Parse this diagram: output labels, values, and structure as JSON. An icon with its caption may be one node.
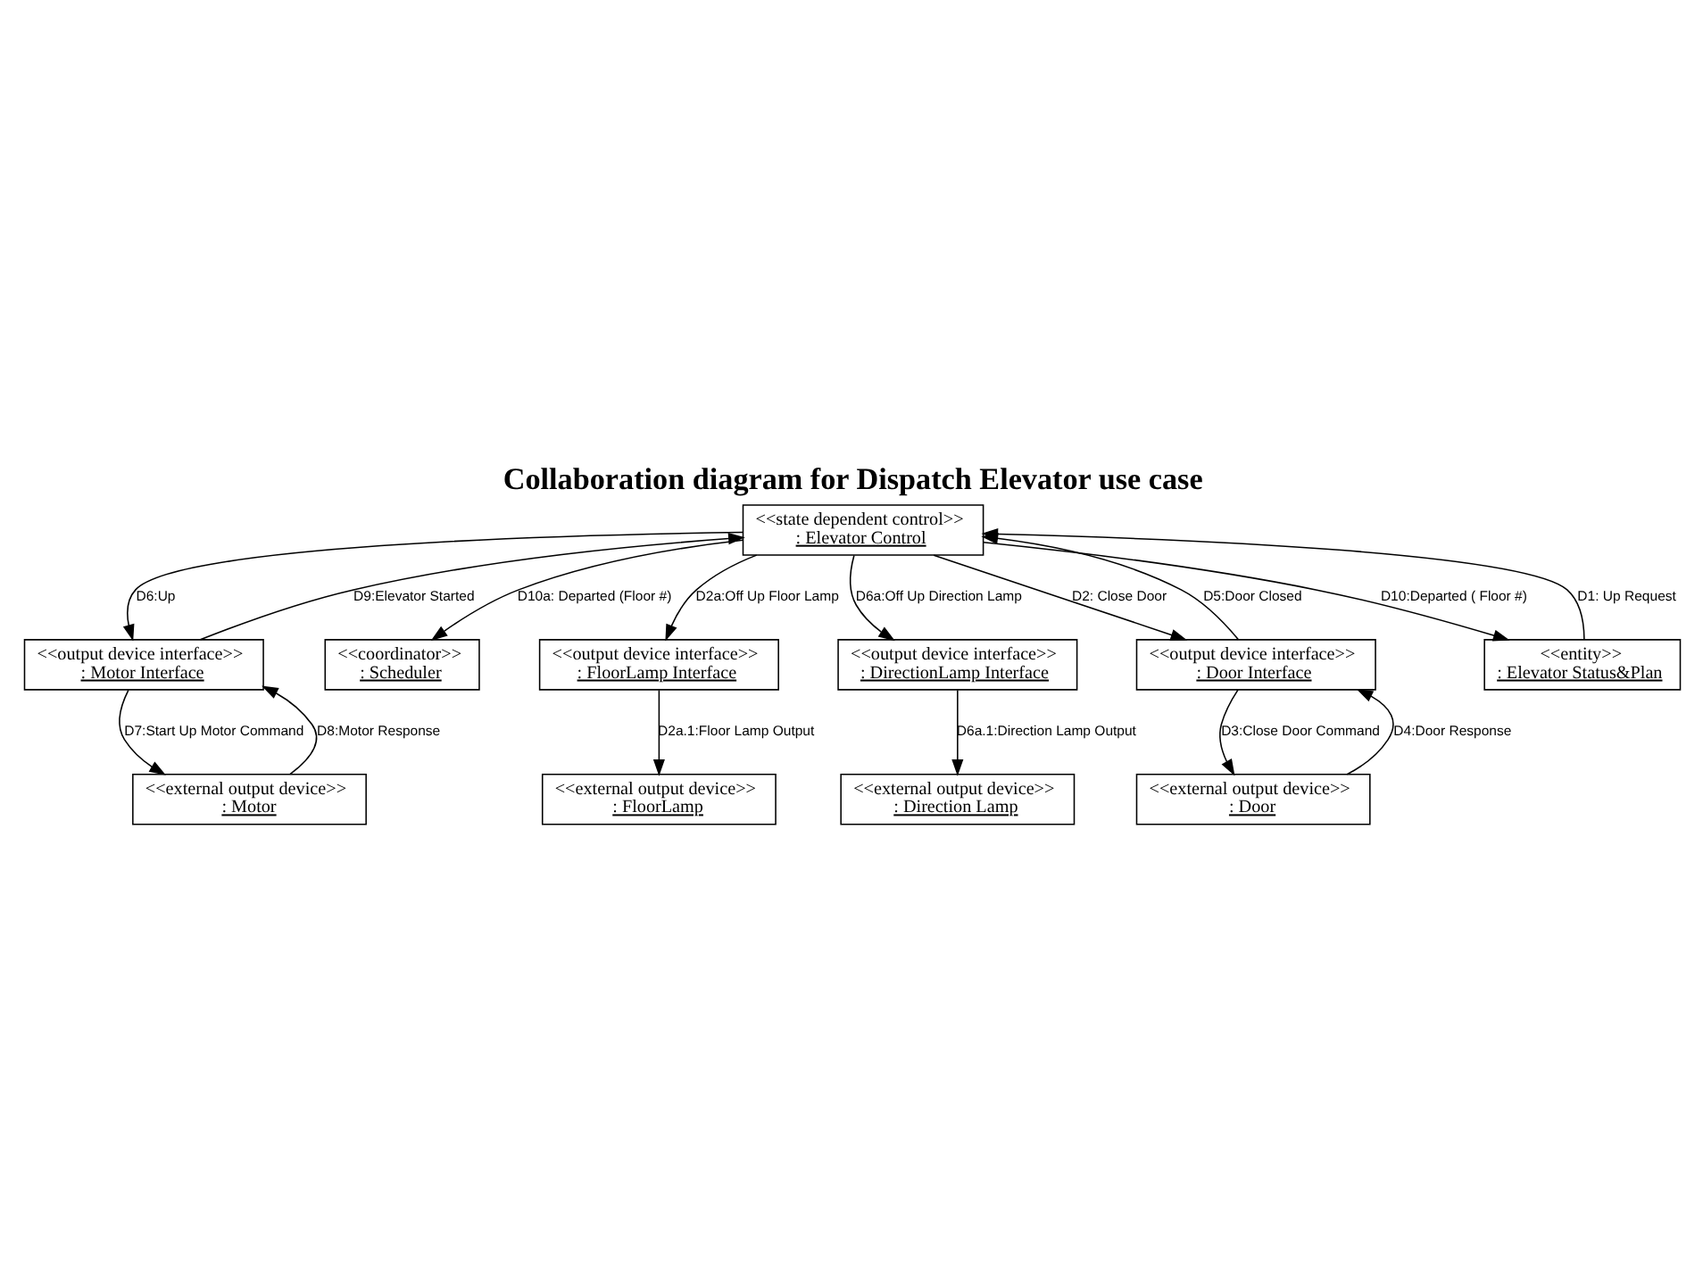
{
  "diagram": {
    "title": "Collaboration diagram for Dispatch Elevator use case",
    "nodes": [
      {
        "text": [
          "<<external output device>>",
          ": FloorLamp"
        ]
      },
      {
        "text": [
          "<<coordinator>>",
          ": Scheduler"
        ]
      },
      {
        "text": [
          "<<output device interface>>",
          ": FloorLamp Interface"
        ]
      },
      {
        "text": [
          "<<output device interface>>",
          ": Motor Interface"
        ]
      },
      {
        "text": [
          "<<external output device>>",
          ": Motor"
        ]
      },
      {
        "text": [
          "<<state dependent control>>",
          ": Elevator Control"
        ]
      },
      {
        "text": [
          "<<output device interface>>",
          ": DirectionLamp Interface"
        ]
      },
      {
        "text": [
          "<<output device interface>>",
          ": Door Interface"
        ]
      },
      {
        "text": [
          "<<external output device>>",
          ": Direction Lamp"
        ]
      },
      {
        "text": [
          "<<external output device>>",
          ": Door"
        ]
      },
      {
        "text": [
          "<<entity>>",
          ": Elevator Status&Plan"
        ]
      }
    ],
    "edges": [
      {
        "from": 2,
        "to": 0,
        "arrow": "to",
        "label": "D2a.1:Floor Lamp Output"
      },
      {
        "from": 5,
        "to": 1,
        "arrow": "to",
        "label": "D10a: Departed (Floor #)"
      },
      {
        "from": 5,
        "to": 2,
        "arrow": "to",
        "label": "D2a:Off Up Floor Lamp"
      },
      {
        "from": 5,
        "to": 3,
        "arrow": "to",
        "label": "D6:Up"
      },
      {
        "from": 3,
        "to": 5,
        "arrow": "to",
        "label": "D9:Elevator Started"
      },
      {
        "from": 3,
        "to": 4,
        "arrow": "to",
        "label": "D7:Start Up Motor Command"
      },
      {
        "from": 4,
        "to": 3,
        "arrow": "to",
        "label": "D8:Motor Response"
      },
      {
        "from": 5,
        "to": 7,
        "arrow": "to",
        "label": "D2: Close Door"
      },
      {
        "from": 7,
        "to": 5,
        "arrow": "to",
        "label": "D5:Door Closed"
      },
      {
        "from": 7,
        "to": 9,
        "arrow": "to",
        "label": "D3:Close Door Command"
      },
      {
        "from": 9,
        "to": 7,
        "arrow": "to",
        "label": "D4:Door Response"
      },
      {
        "from": 5,
        "to": 6,
        "arrow": "to",
        "label": "D6a:Off Up Direction Lamp"
      },
      {
        "from": 6,
        "to": 8,
        "arrow": "to",
        "label": "D6a.1:Direction Lamp Output"
      },
      {
        "from": 10,
        "to": 5,
        "arrow": "to",
        "label": "D1: Up Request"
      },
      {
        "from": 5,
        "to": 10,
        "arrow": "to",
        "label": "D10:Departed ( Floor #)"
      }
    ]
  }
}
